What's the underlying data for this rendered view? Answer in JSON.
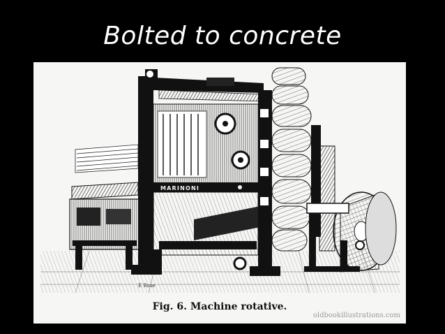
{
  "slide": {
    "title": "Bolted to concrete"
  },
  "figure": {
    "caption": "Fig. 6. Machine rotative.",
    "machine_brand": "MARINONI",
    "engraver_signature": "E Rose",
    "credit": "oldbookillustrations.com",
    "colors": {
      "slide_background": "#000000",
      "title_text": "#ffffff",
      "engraving_paper": "#f6f6f4",
      "engraving_ink": "#111111"
    }
  }
}
